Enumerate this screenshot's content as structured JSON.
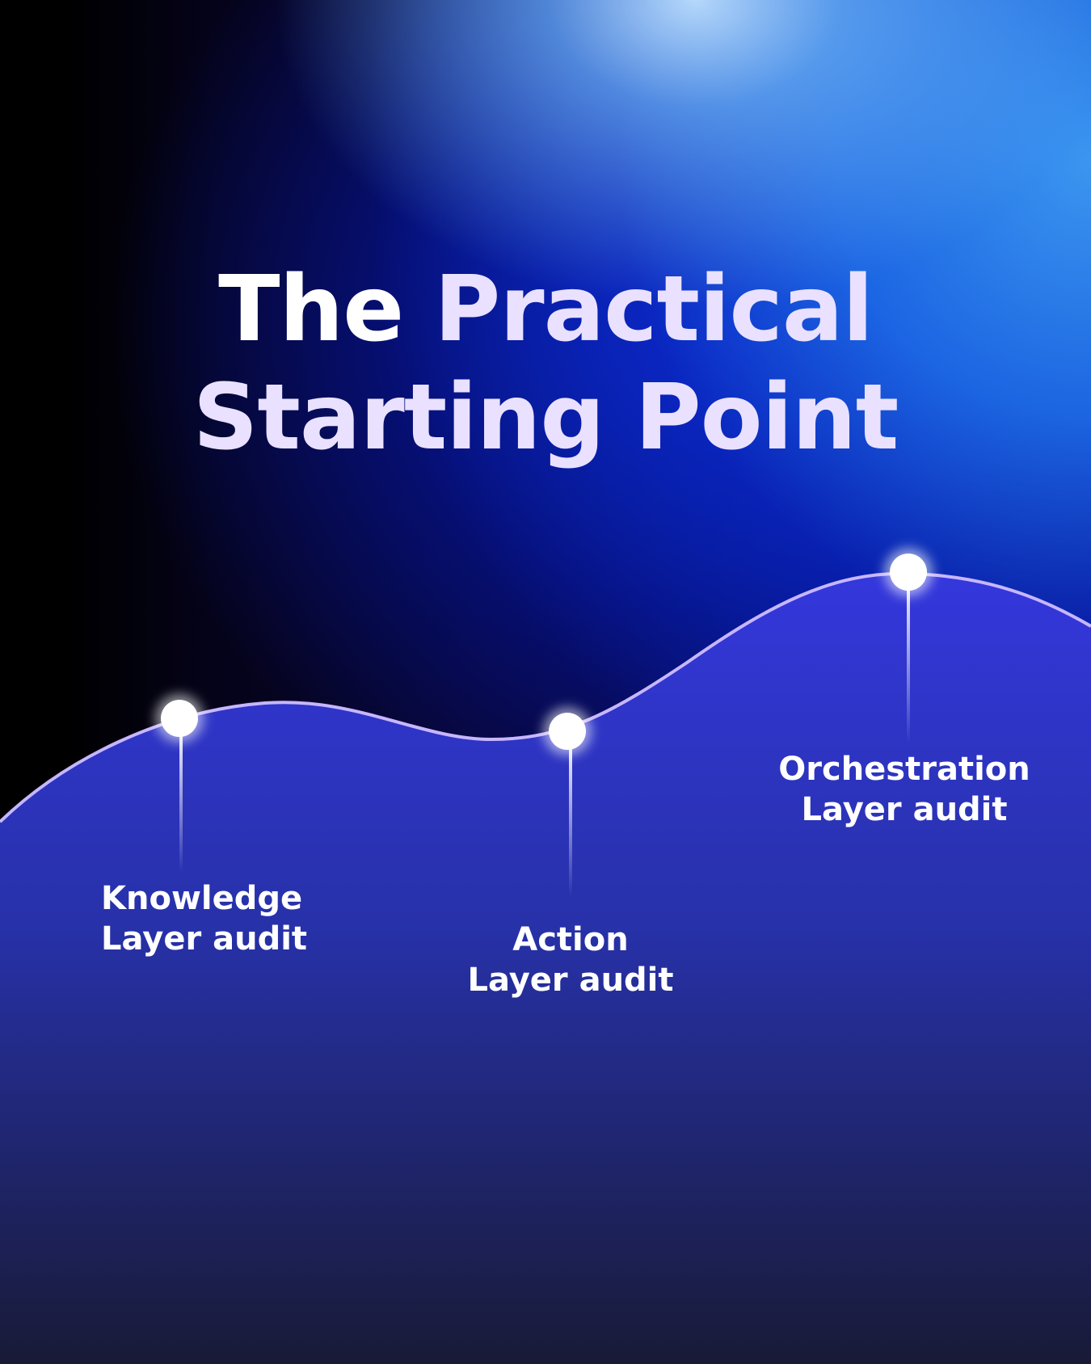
{
  "title": {
    "part1": "The",
    "part2": "Practical",
    "line2": "Starting Point"
  },
  "milestones": [
    {
      "line1": "Knowledge",
      "line2": "Layer audit"
    },
    {
      "line1": "Action",
      "line2": "Layer audit"
    },
    {
      "line1": "Orchestration",
      "line2": "Layer audit"
    }
  ],
  "colors": {
    "curve_stroke": "#c7b6ff",
    "area_top": "#3336d9",
    "area_bottom": "#181a38",
    "title_accent": "#e9e1ff"
  }
}
